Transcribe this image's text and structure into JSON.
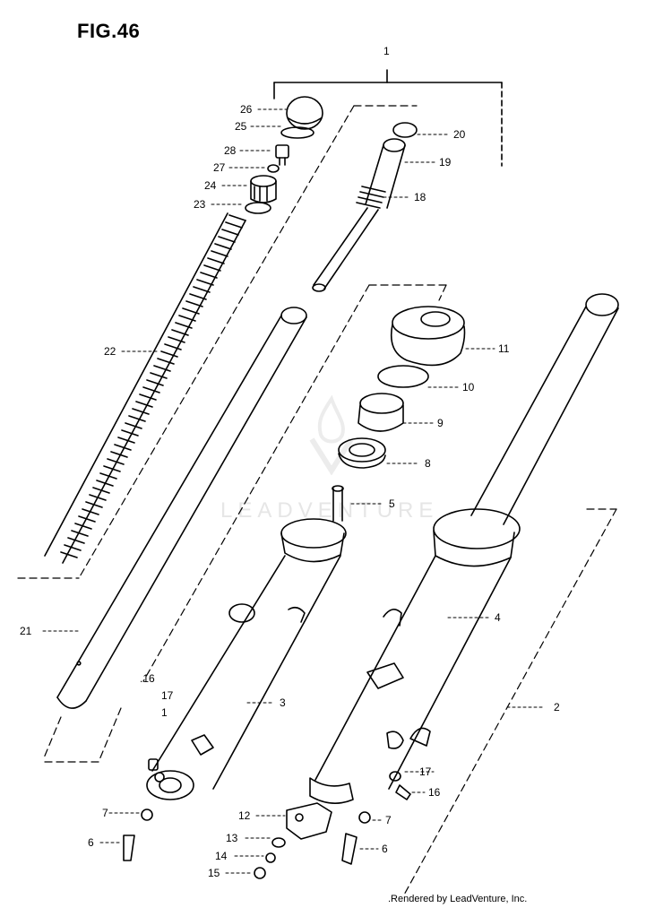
{
  "figure": {
    "title": "FIG.46",
    "watermark_text": "LEADVENTURE",
    "footer": ".Rendered by LeadVenture, Inc."
  },
  "callouts": [
    {
      "id": "c1",
      "label": "1"
    },
    {
      "id": "c26",
      "label": "26"
    },
    {
      "id": "c25",
      "label": "25"
    },
    {
      "id": "c28",
      "label": "28"
    },
    {
      "id": "c27",
      "label": "27"
    },
    {
      "id": "c24",
      "label": "24"
    },
    {
      "id": "c23",
      "label": "23"
    },
    {
      "id": "c20",
      "label": "20"
    },
    {
      "id": "c19",
      "label": "19"
    },
    {
      "id": "c18",
      "label": "18"
    },
    {
      "id": "c22",
      "label": "22"
    },
    {
      "id": "c11",
      "label": "11"
    },
    {
      "id": "c10",
      "label": "10"
    },
    {
      "id": "c9",
      "label": "9"
    },
    {
      "id": "c8",
      "label": "8"
    },
    {
      "id": "c5",
      "label": "5"
    },
    {
      "id": "c4",
      "label": "4"
    },
    {
      "id": "c21",
      "label": "21"
    },
    {
      "id": "c16a",
      "label": ".16"
    },
    {
      "id": "c17a",
      "label": "17"
    },
    {
      "id": "c1b",
      "label": "1"
    },
    {
      "id": "c3",
      "label": "3"
    },
    {
      "id": "c2",
      "label": "2"
    },
    {
      "id": "c17b",
      "label": "17"
    },
    {
      "id": "c16b",
      "label": "16"
    },
    {
      "id": "c7a",
      "label": "7"
    },
    {
      "id": "c12",
      "label": "12"
    },
    {
      "id": "c7b",
      "label": "7"
    },
    {
      "id": "c6a",
      "label": "6"
    },
    {
      "id": "c13",
      "label": "13"
    },
    {
      "id": "c6b",
      "label": "6"
    },
    {
      "id": "c14",
      "label": "14"
    },
    {
      "id": "c15",
      "label": "15"
    }
  ]
}
